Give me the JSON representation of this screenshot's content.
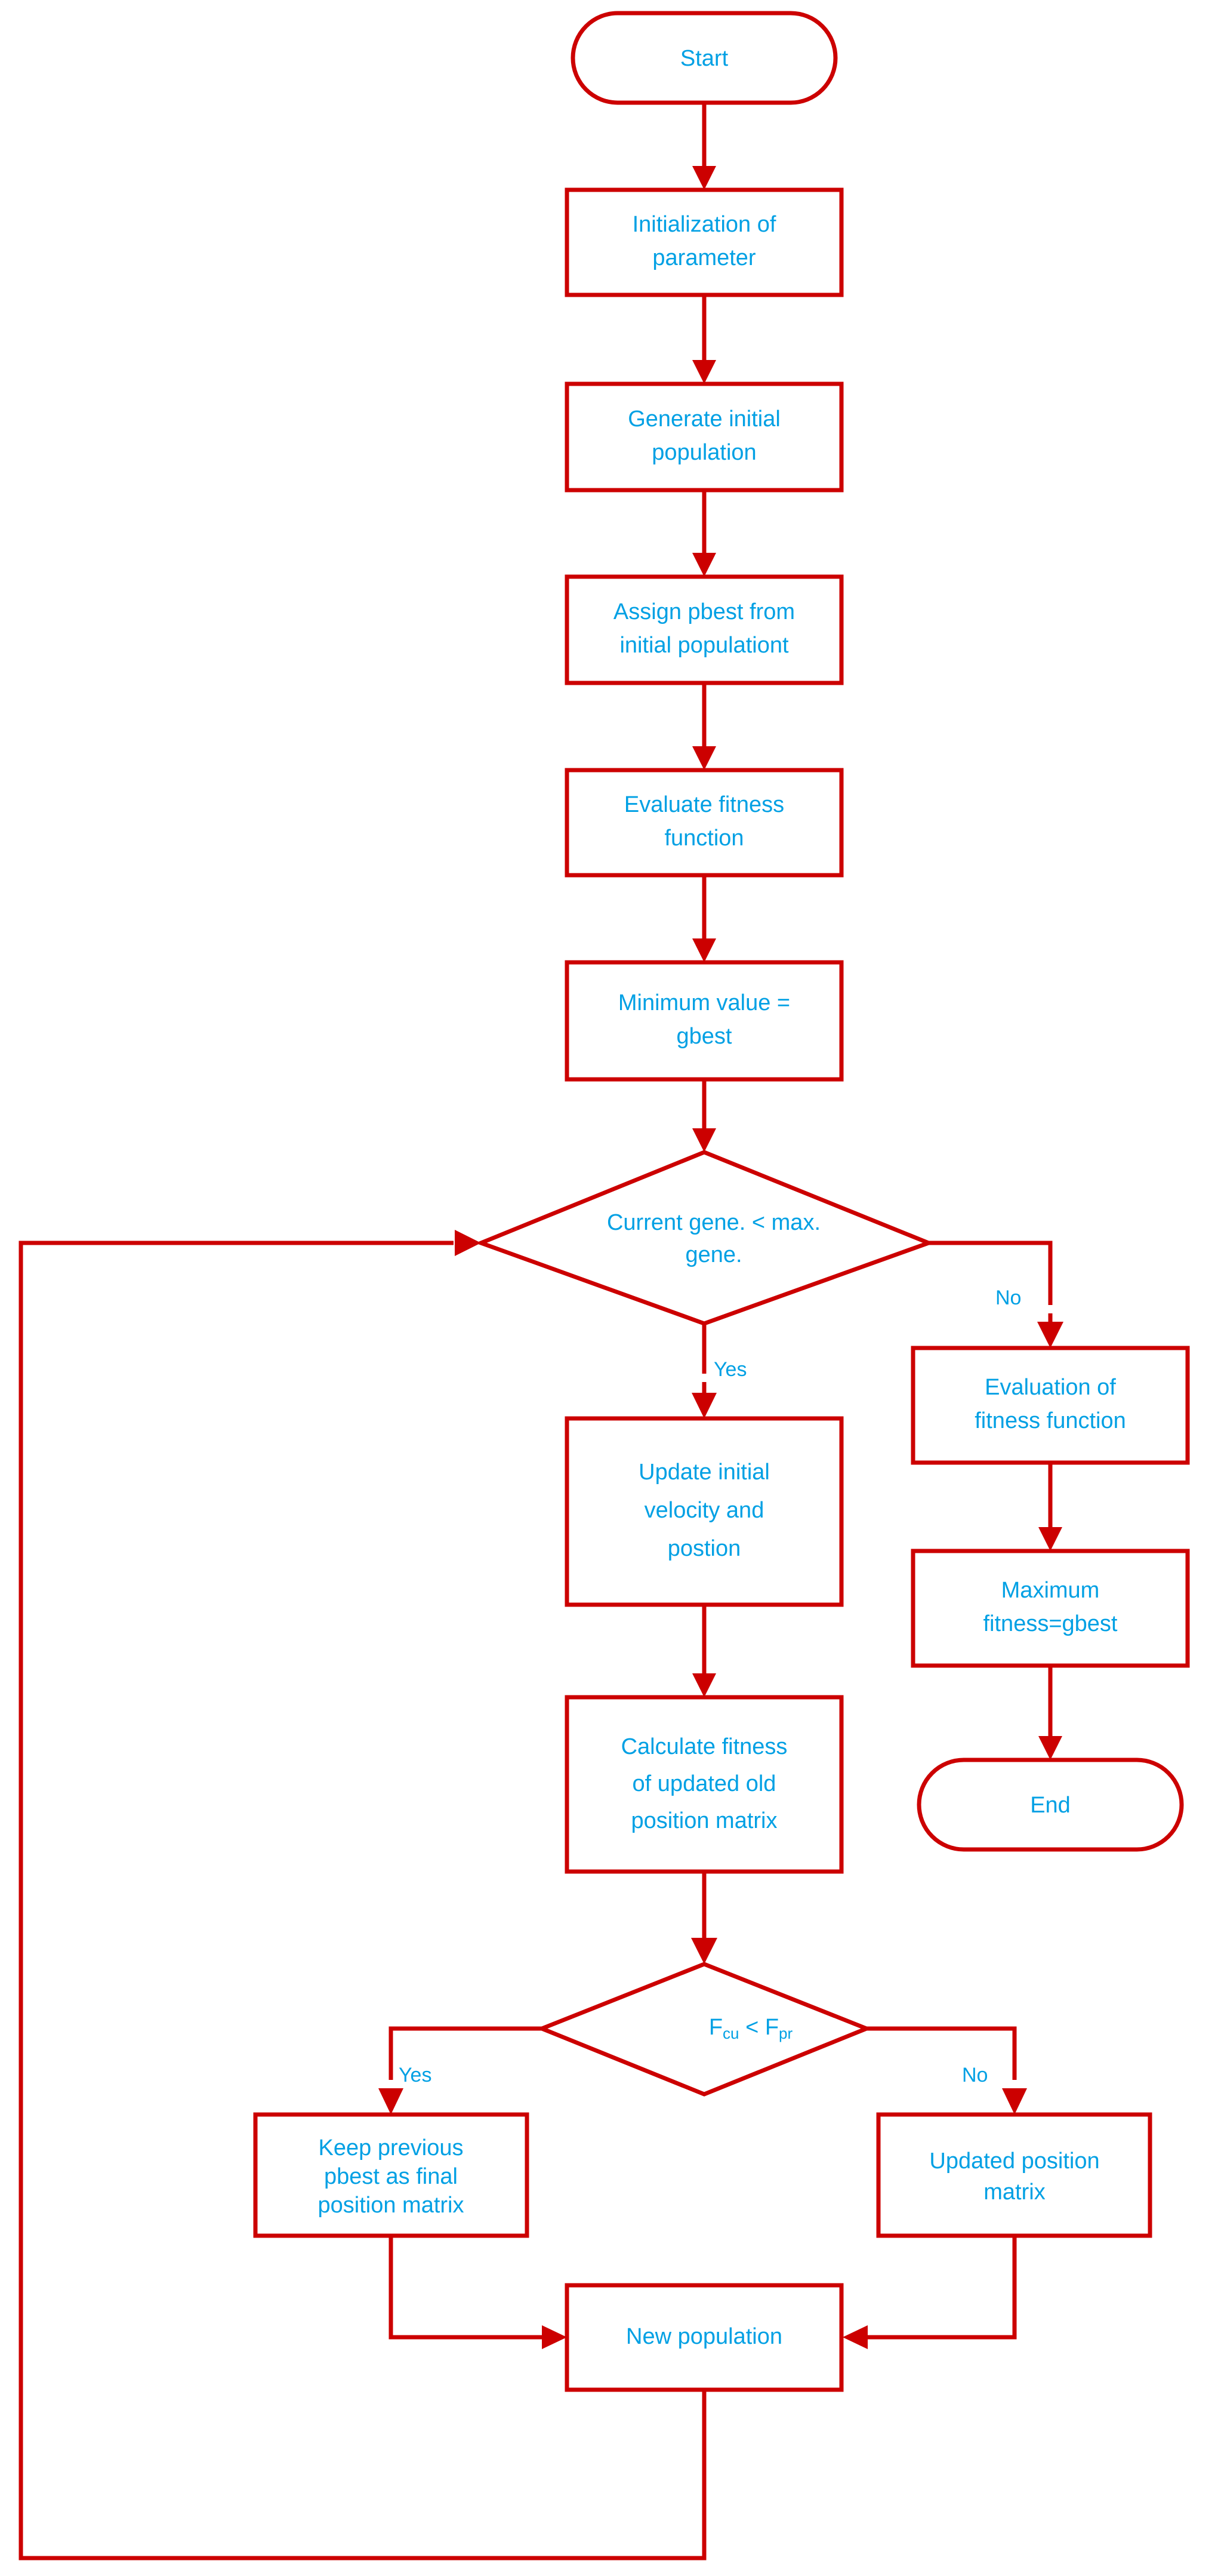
{
  "diagram": {
    "type": "flowchart",
    "title": "PSO / GA optimization flowchart",
    "colors": {
      "shape_stroke": "#cc0000",
      "shape_fill": "#ffffff",
      "text": "#00a0e4",
      "background": "#ffffff"
    },
    "nodes": [
      {
        "id": "start",
        "shape": "terminator",
        "label": "Start"
      },
      {
        "id": "init_param",
        "shape": "process",
        "line1": "Initialization of",
        "line2": "parameter"
      },
      {
        "id": "gen_pop",
        "shape": "process",
        "line1": "Generate initial",
        "line2": "population"
      },
      {
        "id": "assign_pbest",
        "shape": "process",
        "line1": "Assign pbest from",
        "line2": "initial populationt"
      },
      {
        "id": "eval_fit",
        "shape": "process",
        "line1": "Evaluate fitness",
        "line2": "function"
      },
      {
        "id": "min_gbest",
        "shape": "process",
        "line1": "Minimum value =",
        "line2": "gbest"
      },
      {
        "id": "gene_check",
        "shape": "decision",
        "line1": "Current gene. < max.",
        "line2": "gene."
      },
      {
        "id": "eval_fit2",
        "shape": "process",
        "line1": "Evaluation of",
        "line2": "fitness function"
      },
      {
        "id": "max_gbest",
        "shape": "process",
        "line1": "Maximum",
        "line2": "fitness=gbest"
      },
      {
        "id": "end",
        "shape": "terminator",
        "label": "End"
      },
      {
        "id": "update_vel",
        "shape": "process",
        "line1": "Update initial",
        "line2": "velocity and",
        "line3": "postion"
      },
      {
        "id": "calc_fit",
        "shape": "process",
        "line1": "Calculate fitness",
        "line2": "of updated old",
        "line3": "position matrix"
      },
      {
        "id": "fcu_fpr",
        "shape": "decision",
        "expr_base1": "F",
        "expr_sub1": "cu",
        "expr_op": " < ",
        "expr_base2": "F",
        "expr_sub2": "pr"
      },
      {
        "id": "keep_pbest",
        "shape": "process",
        "line1": "Keep previous",
        "line2": "pbest as final",
        "line3": "position matrix"
      },
      {
        "id": "updated_pos",
        "shape": "process",
        "line1": "Updated position",
        "line2": "matrix"
      },
      {
        "id": "new_pop",
        "shape": "process",
        "label": "New population"
      }
    ],
    "edge_labels": {
      "gene_yes": "Yes",
      "gene_no": "No",
      "fcu_yes": "Yes",
      "fcu_no": "No"
    }
  }
}
